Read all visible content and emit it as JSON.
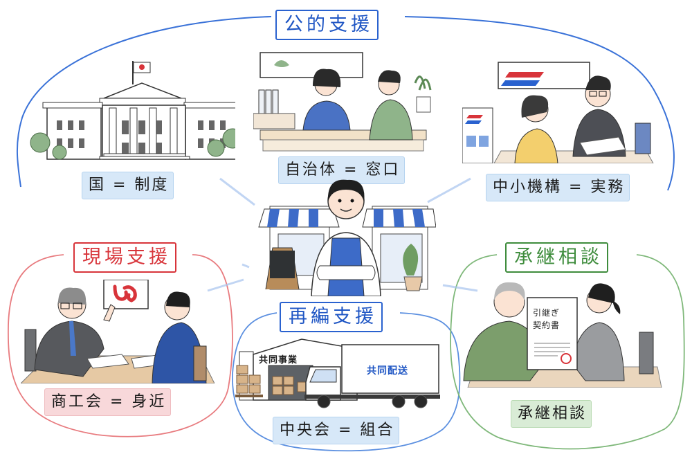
{
  "groups": {
    "public": {
      "title": "公的支援",
      "color": "#2a62cf",
      "nodes": [
        {
          "label": "国 = 制度",
          "scene": "government-building"
        },
        {
          "label": "自治体 = 窓口",
          "scene": "municipal-counter"
        },
        {
          "label": "中小機構 = 実務",
          "scene": "smrj-consultation"
        }
      ]
    },
    "field": {
      "title": "現場支援",
      "color": "#d8343a",
      "nodes": [
        {
          "label": "商工会 = 身近",
          "scene": "chamber-consultation"
        }
      ]
    },
    "restructure": {
      "title": "再編支援",
      "color": "#2a62cf",
      "nodes": [
        {
          "label": "中央会 = 組合",
          "scene": "cooperative-logistics"
        }
      ],
      "warehouse_sign": "共同事業",
      "truck_text": "共同配送"
    },
    "succession": {
      "title": "承継相談",
      "color": "#3e8c3c",
      "nodes": [
        {
          "label": "承継相談",
          "scene": "succession-contract"
        }
      ],
      "document_title_line1": "引継ぎ",
      "document_title_line2": "契約書"
    }
  },
  "center": {
    "scene": "shop-owner-with-storefront"
  }
}
